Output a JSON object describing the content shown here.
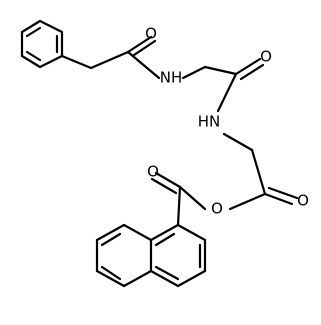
{
  "molecule": {
    "atoms": {
      "o_amide_1": "O",
      "nh_1": "NH",
      "o_amide_2": "O",
      "nh_2": "HN",
      "o_ketone": "O",
      "o_ester": "O",
      "o_carbonyl_ester": "O"
    }
  }
}
